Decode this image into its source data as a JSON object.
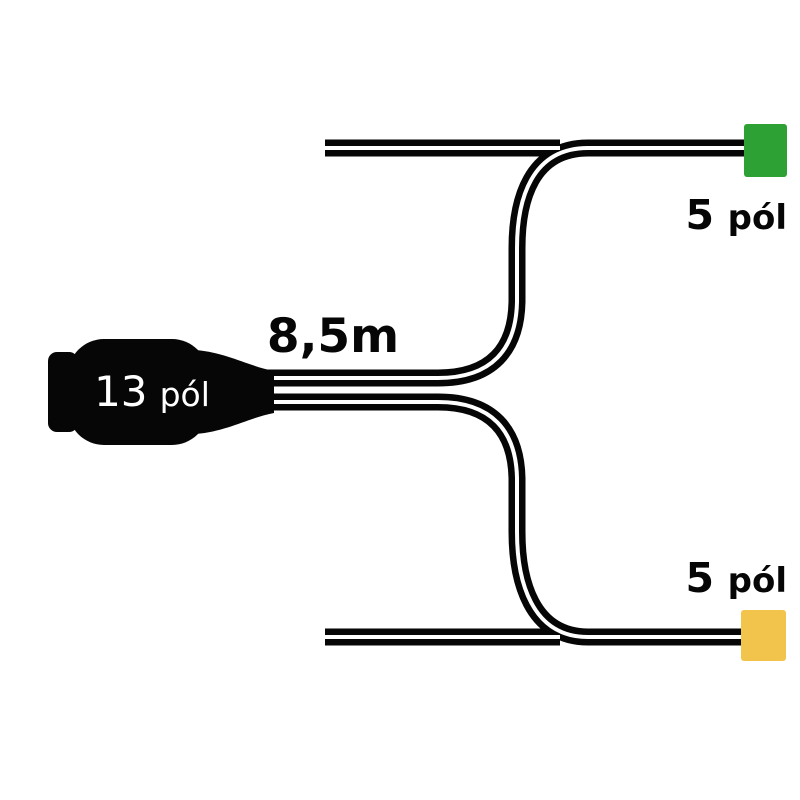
{
  "diagram": {
    "cable_length_label": "8,5m",
    "main_connector": {
      "pins": "13",
      "unit": "pól",
      "label": "13 pól",
      "body_color": "#060606",
      "text_color": "#ffffff"
    },
    "branch_top": {
      "pins": "5",
      "unit": "pól",
      "label": "5 pól",
      "connector_color": "#2da133"
    },
    "branch_bottom": {
      "pins": "5",
      "unit": "pól",
      "label": "5 pól",
      "connector_color": "#f3c44c"
    },
    "colors": {
      "cable": "#060606",
      "cable_core": "#ffffff",
      "background": "#ffffff"
    }
  }
}
